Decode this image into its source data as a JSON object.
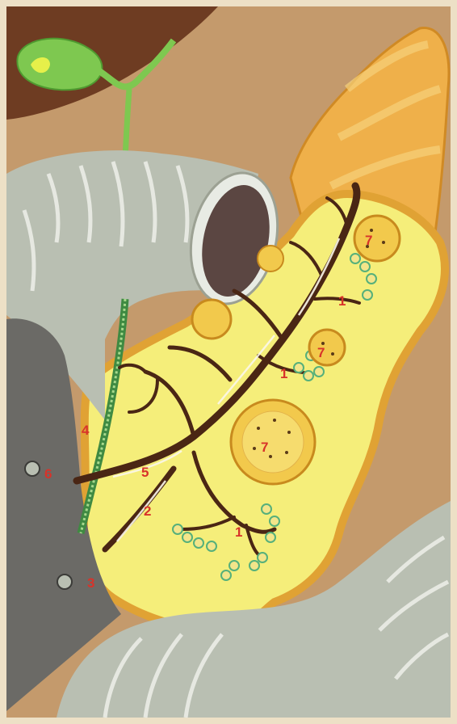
{
  "labels": {
    "l1a": "1",
    "l1b": "1",
    "l1c": "1",
    "l2": "2",
    "l3": "3",
    "l4": "4",
    "l5": "5",
    "l6": "6",
    "l7a": "7",
    "l7b": "7",
    "l7c": "7"
  },
  "colors": {
    "background": "#c49a6c",
    "pancreas": "#f5ee7a",
    "pancreas_edge": "#e0a234",
    "tail_orange": "#efb04a",
    "duodenum": "#b9bfb2",
    "intestine_dark": "#6b6a66",
    "gallbladder": "#7ec850",
    "liver": "#6e3c22",
    "ducts": "#4a2614",
    "islets": "#f2c94c",
    "acini_green": "#56b07a",
    "label_red": "#d8332a"
  }
}
